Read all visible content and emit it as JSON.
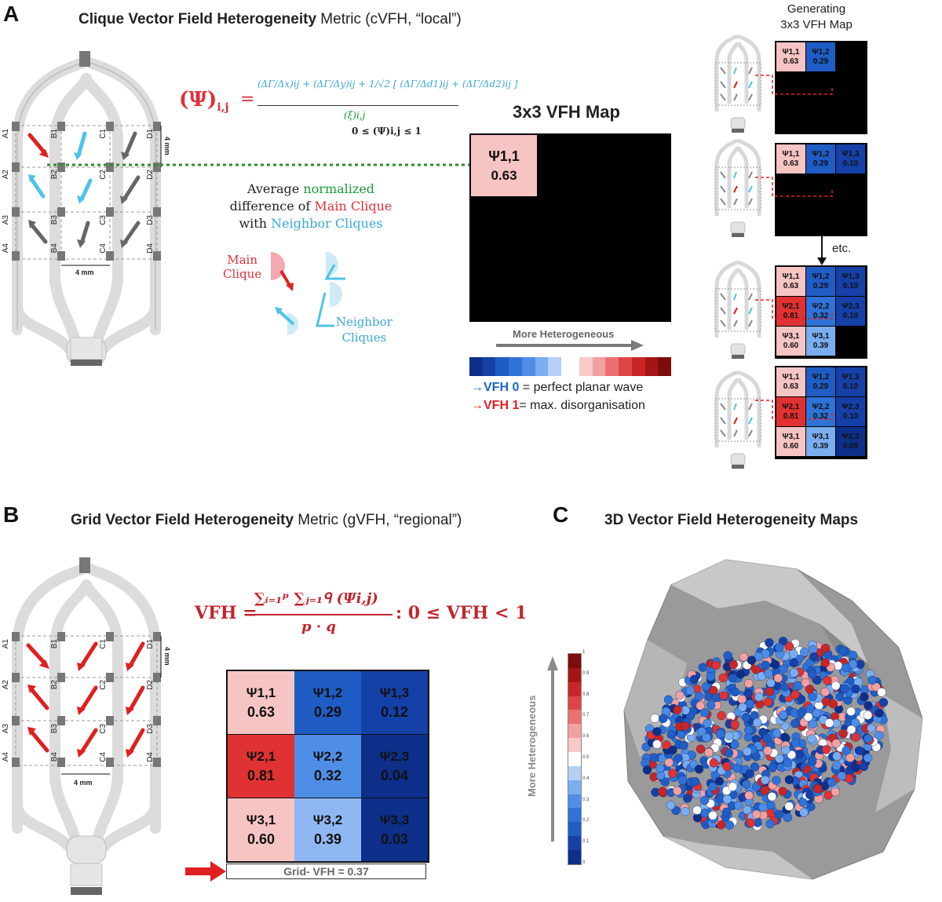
{
  "panelA": {
    "label": "A",
    "title_bold": "Clique Vector Field Heterogeneity",
    "title_rest": " Metric (cVFH, “local”)",
    "grid_scale": "4 mm",
    "electrodes": [
      "A1",
      "B1",
      "C1",
      "D1",
      "A2",
      "B2",
      "C2",
      "D2",
      "A3",
      "B3",
      "C3",
      "D3",
      "A4",
      "B4",
      "C4",
      "D4"
    ],
    "formula_lhs": "(Ψ)",
    "formula_lhs_sub": "i,j",
    "formula_numerator": "(ΔΓ/Δx)ij + (ΔΓ/Δy)ij + 1/√2 [ (ΔΓ/Δd1)ij + (ΔΓ/Δd2)ij ]",
    "formula_denominator": "(ξ)i,j",
    "formula_range": "0 ≤ (Ψ)i,j ≤ 1",
    "desc_line1": "Average ",
    "desc_normalized": "normalized",
    "desc_line2a": "difference of ",
    "desc_main": "Main Clique",
    "desc_line3a": "with ",
    "desc_neighbor": "Neighbor Cliques",
    "main_clique_label_1": "Main",
    "main_clique_label_2": "Clique",
    "neighbor_label_1": "Neighbor",
    "neighbor_label_2": "Cliques",
    "map_title": "3x3 VFH Map",
    "map_cell": {
      "psi": "Ψ1,1",
      "value": "0.63",
      "color": "#f7c4c4"
    },
    "colorbar_caption": "More Heterogeneous",
    "colorbar_colors": [
      "#0d2f8a",
      "#1540a8",
      "#1f5cc4",
      "#2f72d8",
      "#4f8ee6",
      "#7aaef0",
      "#b4d0f6",
      "#ffffff",
      "#f9c8c8",
      "#f3a0a0",
      "#ec7070",
      "#e04545",
      "#c82626",
      "#a51515",
      "#7d0d0d"
    ],
    "legend_vfh0_label": "VFH 0",
    "legend_vfh0_text": " = perfect planar wave",
    "legend_vfh1_label": "VFH 1",
    "legend_vfh1_text": "= max. disorganisation",
    "generating_title_1": "Generating",
    "generating_title_2": "3x3 VFH Map",
    "etc": "etc.",
    "steps": [
      {
        "cells": [
          [
            "Ψ1,1",
            "0.63",
            "#f7c4c4"
          ],
          [
            "Ψ1,2",
            "0.29",
            "#1f5cc4"
          ],
          null,
          null,
          null,
          null,
          null,
          null,
          null
        ]
      },
      {
        "cells": [
          [
            "Ψ1,1",
            "0.63",
            "#f7c4c4"
          ],
          [
            "Ψ1,2",
            "0.29",
            "#1f5cc4"
          ],
          [
            "Ψ1,3",
            "0.10",
            "#1540a8"
          ],
          null,
          null,
          null,
          null,
          null,
          null
        ]
      },
      {
        "cells": [
          [
            "Ψ1,1",
            "0.63",
            "#f7c4c4"
          ],
          [
            "Ψ1,2",
            "0.29",
            "#1f5cc4"
          ],
          [
            "Ψ1,3",
            "0.10",
            "#1540a8"
          ],
          [
            "Ψ2,1",
            "0.81",
            "#e03232"
          ],
          [
            "Ψ2,2",
            "0.32",
            "#2f72d8"
          ],
          [
            "Ψ2,3",
            "0.10",
            "#1540a8"
          ],
          [
            "Ψ3,1",
            "0.60",
            "#f7c4c4"
          ],
          [
            "Ψ3,1",
            "0.39",
            "#7aaef0"
          ],
          null
        ]
      },
      {
        "cells": [
          [
            "Ψ1,1",
            "0.63",
            "#f7c4c4"
          ],
          [
            "Ψ1,2",
            "0.29",
            "#1f5cc4"
          ],
          [
            "Ψ1,3",
            "0.10",
            "#1540a8"
          ],
          [
            "Ψ2,1",
            "0.81",
            "#e03232"
          ],
          [
            "Ψ2,2",
            "0.32",
            "#2f72d8"
          ],
          [
            "Ψ2,3",
            "0.10",
            "#1540a8"
          ],
          [
            "Ψ3,1",
            "0.60",
            "#f7c4c4"
          ],
          [
            "Ψ3,1",
            "0.39",
            "#7aaef0"
          ],
          [
            "Ψ2,3",
            "0.09",
            "#0d2f8a"
          ]
        ]
      }
    ]
  },
  "panelB": {
    "label": "B",
    "title_bold": "Grid Vector Field Heterogeneity",
    "title_rest": " Metric (gVFH, “regional”)",
    "formula_lhs": "VFH =",
    "formula_num": "∑ᵢ₌₁ᵖ ∑ⱼ₌₁ᑫ (Ψi,j)",
    "formula_den": "p · q",
    "formula_range": ": 0 ≤ VFH < 1",
    "grid_scale": "4 mm",
    "electrodes": [
      "A1",
      "B1",
      "C1",
      "D1",
      "A2",
      "B2",
      "C2",
      "D2",
      "A3",
      "B3",
      "C3",
      "D3",
      "A4",
      "B4",
      "C4",
      "D4"
    ],
    "cells": [
      {
        "psi": "Ψ1,1",
        "value": "0.63",
        "color": "#f7c4c4"
      },
      {
        "psi": "Ψ1,2",
        "value": "0.29",
        "color": "#1f5cc4"
      },
      {
        "psi": "Ψ1,3",
        "value": "0.12",
        "color": "#1540a8"
      },
      {
        "psi": "Ψ2,1",
        "value": "0.81",
        "color": "#e03232"
      },
      {
        "psi": "Ψ2,2",
        "value": "0.32",
        "color": "#4f8ee6"
      },
      {
        "psi": "Ψ2,3",
        "value": "0.04",
        "color": "#0d2f8a"
      },
      {
        "psi": "Ψ3,1",
        "value": "0.60",
        "color": "#f7c4c4"
      },
      {
        "psi": "Ψ3,2",
        "value": "0.39",
        "color": "#8fb8f2"
      },
      {
        "psi": "Ψ3,3",
        "value": "0.03",
        "color": "#0d2f8a"
      }
    ],
    "grid_vfh": "Grid- VFH = 0.37"
  },
  "panelC": {
    "label": "C",
    "title": "3D Vector Field Heterogeneity Maps",
    "axis_caption": "More Heterogeneous",
    "ticks": [
      "1",
      "0.9",
      "0.8",
      "0.7",
      "0.6",
      "0.5",
      "0.4",
      "0.3",
      "0.2",
      "0.1",
      "0"
    ],
    "colorbar_colors": [
      "#7d0d0d",
      "#a51515",
      "#c82626",
      "#e04545",
      "#ec7070",
      "#f3a0a0",
      "#f9c8c8",
      "#ffffff",
      "#b4d0f6",
      "#7aaef0",
      "#4f8ee6",
      "#2f72d8",
      "#1f5cc4",
      "#1540a8",
      "#0d2f8a"
    ]
  }
}
